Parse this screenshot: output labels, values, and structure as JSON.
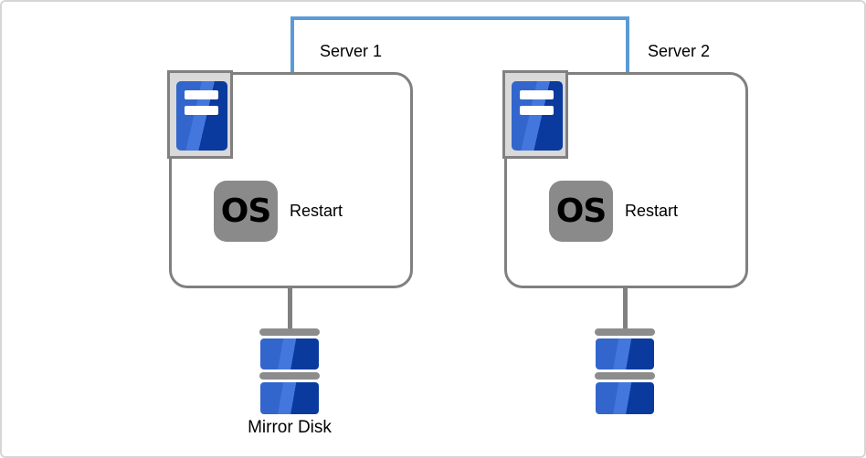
{
  "diagram": {
    "type": "cluster-mirror-disk-diagram",
    "servers": [
      {
        "label": "Server 1",
        "os_badge": "OS",
        "action": "Restart"
      },
      {
        "label": "Server 2",
        "os_badge": "OS",
        "action": "Restart"
      }
    ],
    "disks": [
      {
        "label": "Mirror Disk"
      },
      {
        "label": ""
      }
    ],
    "icons": {
      "interconnect": "interconnect-link",
      "server_chassis": "server-chassis-icon",
      "os": "os-icon",
      "disk": "mirror-disk-icon"
    },
    "colors": {
      "link": "#5b9bd5",
      "node-border": "#808080",
      "frame-bg": "#d9d9d9",
      "frame-border": "#808080",
      "blue-light": "#3366cc",
      "blue-mid": "#4477dd",
      "blue-dark": "#0a3a9e",
      "gray-badge": "#8a8a8a",
      "bar-gray": "#8c8c8c",
      "stem-gray": "#808080",
      "canvas-border": "#d6d6d6",
      "text": "#000000"
    }
  }
}
